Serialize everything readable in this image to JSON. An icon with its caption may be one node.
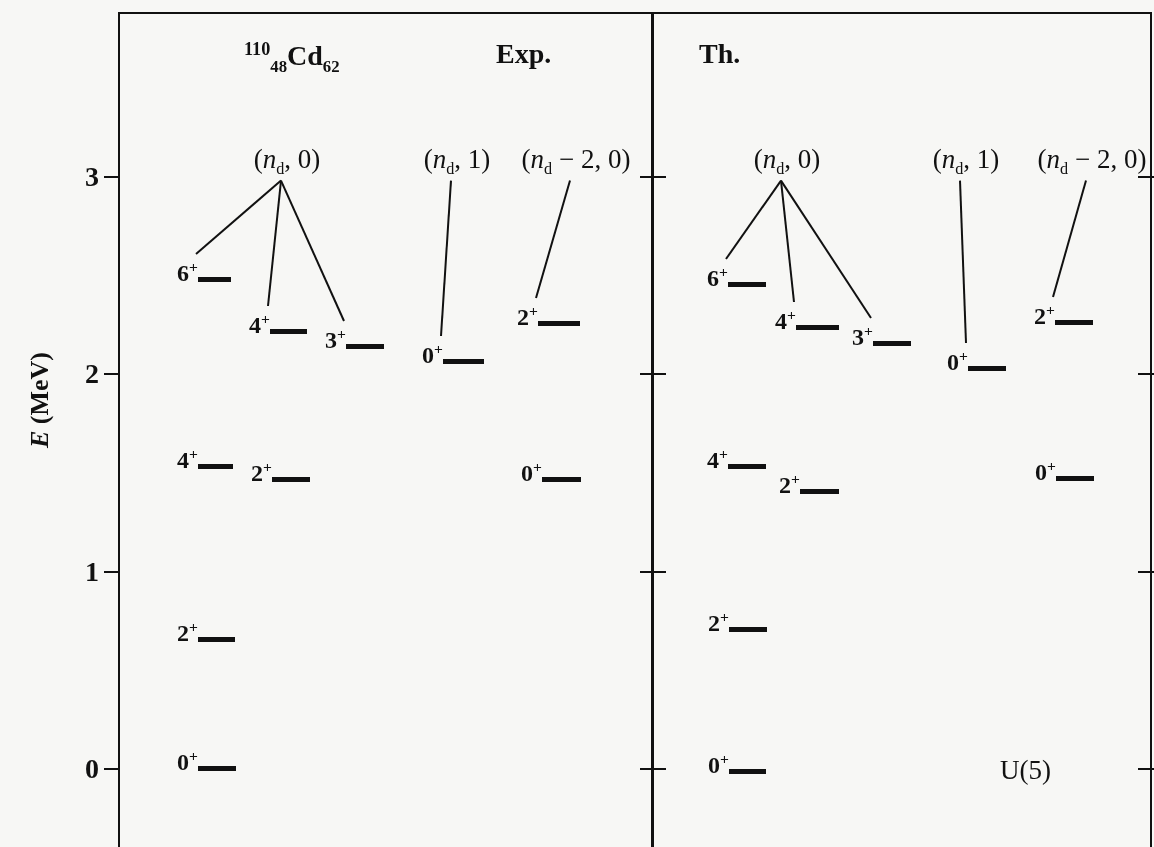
{
  "diagram": {
    "nodes": [
      {
        "text": [
          "$^{110}$$_{48}$Cd$_{62}$",
          "Exp."
        ]
      },
      {
        "text": [
          "Th."
        ]
      },
      {
        "text": [
          "(*n*$_{d}$, 0)"
        ],
        "in": 0
      },
      {
        "text": [
          "(*n*$_{d}$, 1)"
        ],
        "in": 0
      },
      {
        "text": [
          "(*n*$_{d}$ − 2, 0)"
        ],
        "in": 0
      },
      {
        "text": [
          "6$^{+}$"
        ],
        "in": 0
      },
      {
        "text": [
          "4$^{+}$"
        ],
        "in": 0
      },
      {
        "text": [
          "3$^{+}$"
        ],
        "in": 0
      },
      {
        "text": [
          "0$^{+}$"
        ],
        "in": 0
      },
      {
        "text": [
          "2$^{+}$"
        ],
        "in": 0
      },
      {
        "text": [
          "4$^{+}$"
        ],
        "in": 0
      },
      {
        "text": [
          "2$^{+}$"
        ],
        "in": 0
      },
      {
        "text": [
          "0$^{+}$"
        ],
        "in": 0
      },
      {
        "text": [
          "2$^{+}$"
        ],
        "in": 0
      },
      {
        "text": [
          "0$^{+}$"
        ],
        "in": 0
      },
      {
        "text": [
          "(*n*$_{d}$, 0)"
        ],
        "in": 1
      },
      {
        "text": [
          "(*n*$_{d}$, 1)"
        ],
        "in": 1
      },
      {
        "text": [
          "(*n*$_{d}$ − 2, 0)"
        ],
        "in": 1
      },
      {
        "text": [
          "6$^{+}$"
        ],
        "in": 1
      },
      {
        "text": [
          "4$^{+}$"
        ],
        "in": 1
      },
      {
        "text": [
          "3$^{+}$"
        ],
        "in": 1
      },
      {
        "text": [
          "0$^{+}$"
        ],
        "in": 1
      },
      {
        "text": [
          "2$^{+}$"
        ],
        "in": 1
      },
      {
        "text": [
          "4$^{+}$"
        ],
        "in": 1
      },
      {
        "text": [
          "2$^{+}$"
        ],
        "in": 1
      },
      {
        "text": [
          "0$^{+}$"
        ],
        "in": 1
      },
      {
        "text": [
          "2$^{+}$"
        ],
        "in": 1
      },
      {
        "text": [
          "0$^{+}$"
        ],
        "in": 1
      }
    ],
    "edges": [
      {
        "from": 2,
        "to": 5,
        "arrow": "none"
      },
      {
        "from": 2,
        "to": 6,
        "arrow": "none"
      },
      {
        "from": 2,
        "to": 7,
        "arrow": "none"
      },
      {
        "from": 3,
        "to": 8,
        "arrow": "none"
      },
      {
        "from": 4,
        "to": 9,
        "arrow": "none"
      },
      {
        "from": 15,
        "to": 18,
        "arrow": "none"
      },
      {
        "from": 15,
        "to": 19,
        "arrow": "none"
      },
      {
        "from": 15,
        "to": 20,
        "arrow": "none"
      },
      {
        "from": 16,
        "to": 21,
        "arrow": "none"
      },
      {
        "from": 17,
        "to": 22,
        "arrow": "none"
      }
    ],
    "labels": [
      "3",
      "2",
      "*E* (MeV)",
      "1",
      "0",
      "U(5)"
    ]
  }
}
